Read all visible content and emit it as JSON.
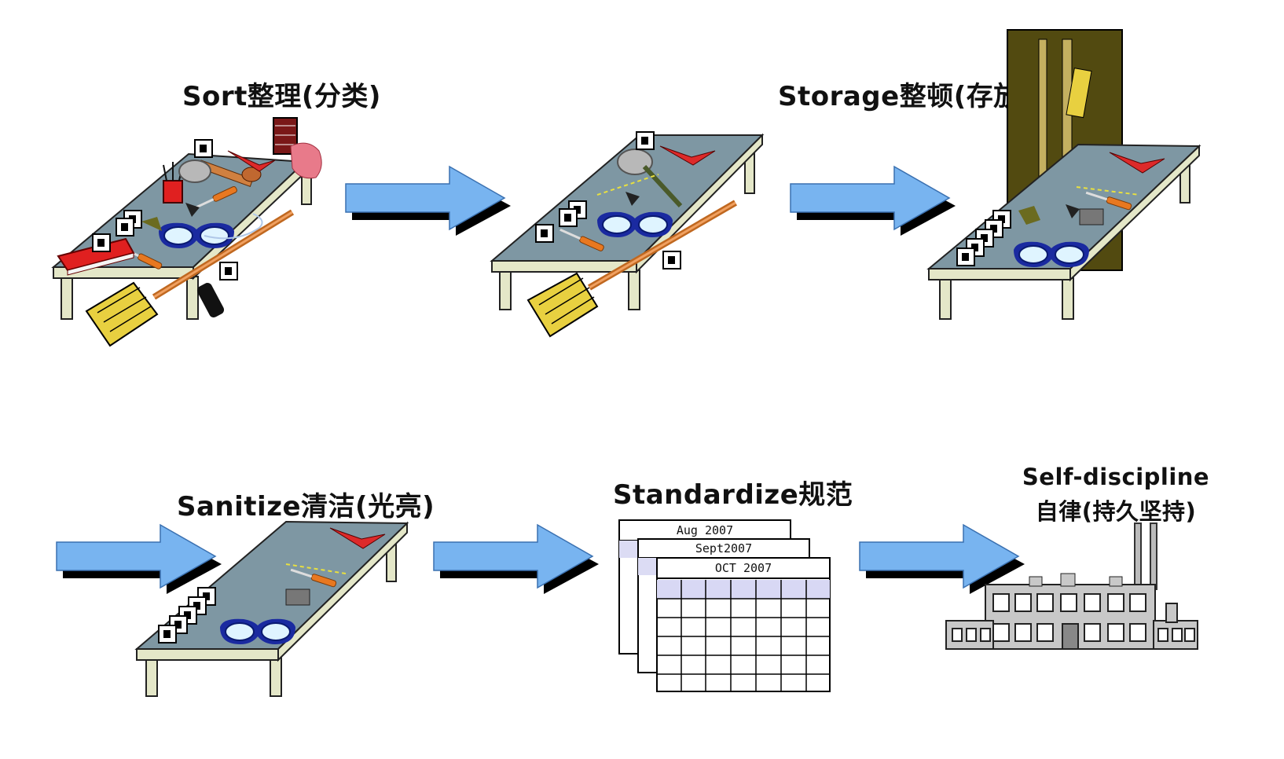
{
  "steps": [
    {
      "label": "Sort整理(分类)"
    },
    {
      "label": "Storage整顿(存放)"
    },
    {
      "label": "Sanitize清洁(光亮)"
    },
    {
      "label": "Standardize规范"
    },
    {
      "label_line1": "Self-discipline",
      "label_line2": "自律(持久坚持)"
    }
  ],
  "calendar": {
    "months": [
      "Aug 2007",
      "Sept2007",
      "OCT 2007"
    ]
  },
  "colors": {
    "table_top": "#7e97a3",
    "table_edge": "#e4e7c8",
    "arrow": "#78b4f0",
    "arrow_shadow": "#000000",
    "locker": "#524a10",
    "broom": "#e8d040"
  }
}
